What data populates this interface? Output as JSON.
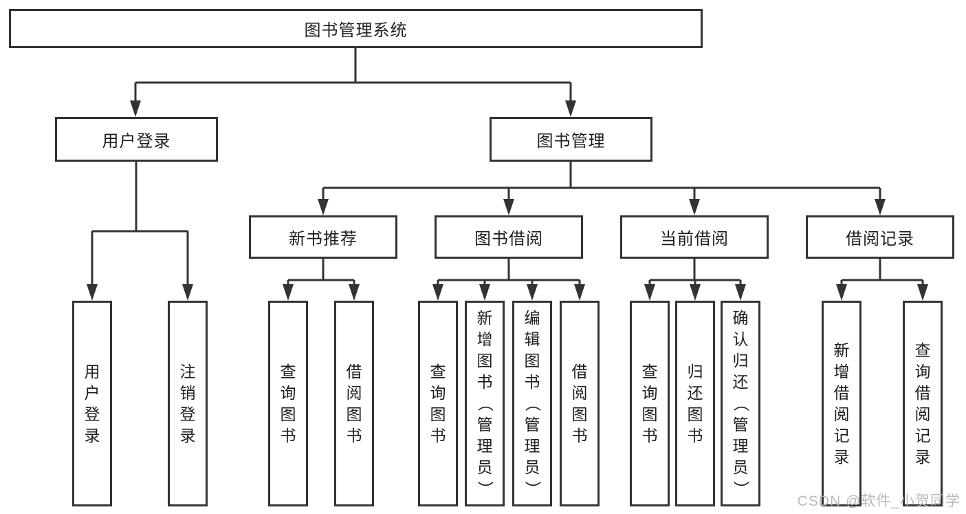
{
  "tree": {
    "label": "图书管理系统",
    "children": [
      {
        "label": "用户登录",
        "children": [
          {
            "label": "用户登录"
          },
          {
            "label": "注销登录"
          }
        ]
      },
      {
        "label": "图书管理",
        "children": [
          {
            "label": "新书推荐",
            "children": [
              {
                "label": "查询图书"
              },
              {
                "label": "借阅图书"
              }
            ]
          },
          {
            "label": "图书借阅",
            "children": [
              {
                "label": "查询图书"
              },
              {
                "label": "新增图书（管理员）"
              },
              {
                "label": "编辑图书（管理员）"
              },
              {
                "label": "借阅图书"
              }
            ]
          },
          {
            "label": "当前借阅",
            "children": [
              {
                "label": "查询图书"
              },
              {
                "label": "归还图书"
              },
              {
                "label": "确认归还（管理员）"
              }
            ]
          },
          {
            "label": "借阅记录",
            "children": [
              {
                "label": "新增借阅记录"
              },
              {
                "label": "查询借阅记录"
              }
            ]
          }
        ]
      }
    ]
  },
  "watermark": {
    "text": "CSDN @软件_小贺同学"
  },
  "colors": {
    "line": "#333333",
    "text": "#1d1d1d",
    "background": "#ffffff",
    "watermark": "#b3b3b3"
  }
}
